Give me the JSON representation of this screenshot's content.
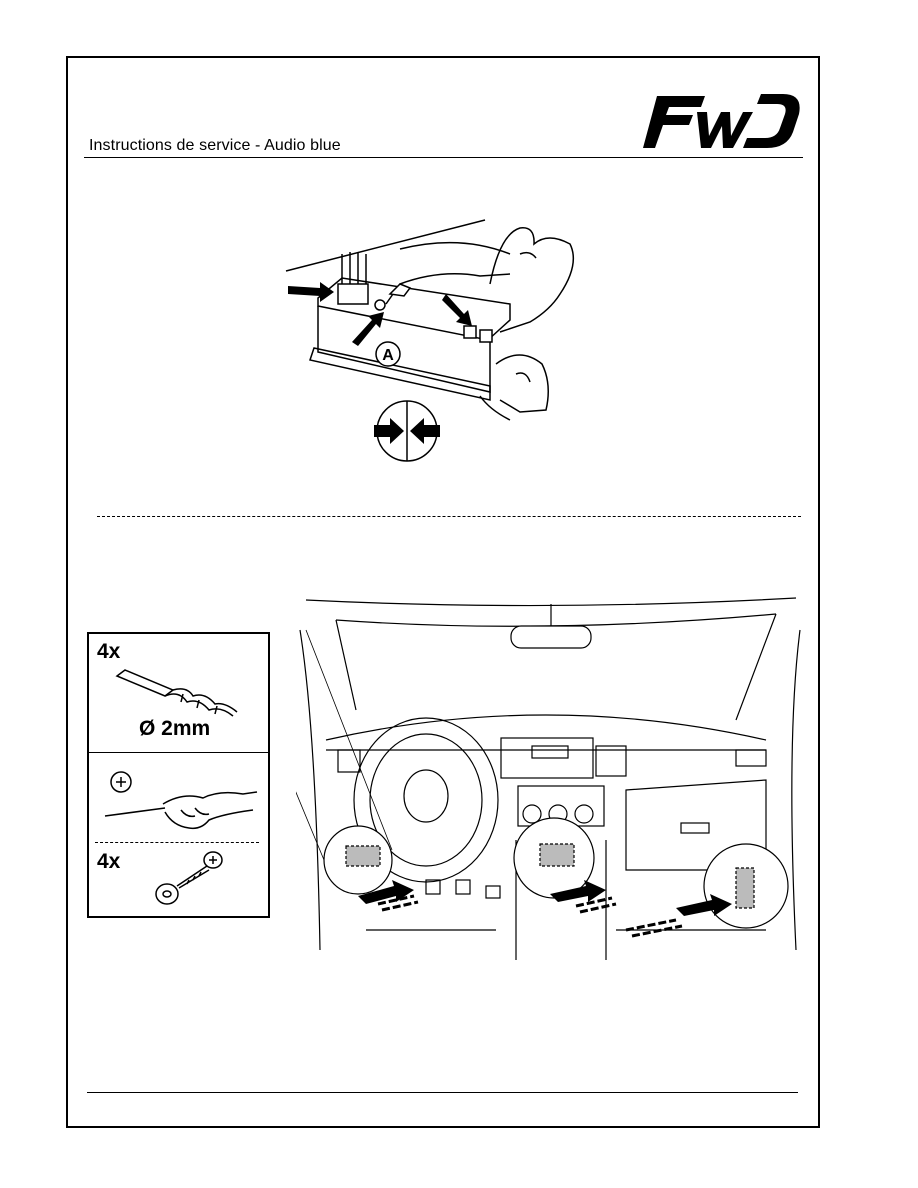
{
  "header": {
    "title": "Instructions de service - Audio blue",
    "logo_text": "FWD"
  },
  "figure_top": {
    "callout_label": "A",
    "icon": "press-together-icon"
  },
  "tools": {
    "drill": {
      "quantity": "4x",
      "size": "Ø 2mm",
      "icon": "drill-bit-icon"
    },
    "screw": {
      "quantity": "4x",
      "icon": "screw-with-washer-icon",
      "screwdriver_icon": "phillips-screwdriver-icon"
    }
  },
  "figure_bottom": {
    "icon": "car-dashboard-mounting-locations"
  }
}
